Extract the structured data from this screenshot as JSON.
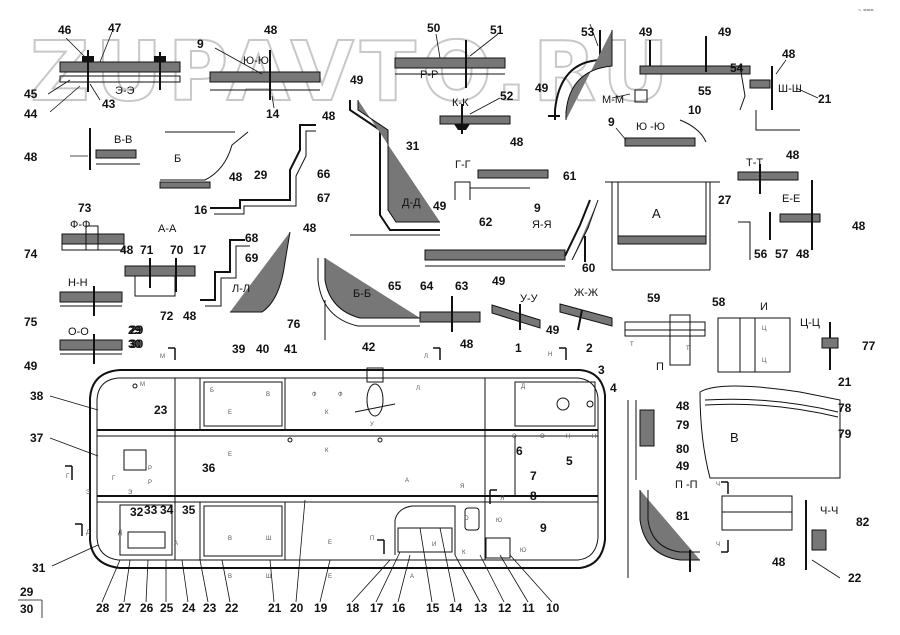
{
  "watermark": "ZUPAVTO.RU",
  "corner_mark": "~ ===",
  "part_numbers": {
    "n1": "1",
    "n2": "2",
    "n3": "3",
    "n4": "4",
    "n5": "5",
    "n6": "6",
    "n7": "7",
    "n8": "8",
    "n9": "9",
    "n10": "10",
    "n11": "11",
    "n12": "12",
    "n13": "13",
    "n14": "14",
    "n15": "15",
    "n16": "16",
    "n17": "17",
    "n18": "18",
    "n19": "19",
    "n20": "20",
    "n21": "21",
    "n22": "22",
    "n23": "23",
    "n24": "24",
    "n25": "25",
    "n26": "26",
    "n27": "27",
    "n28": "28",
    "n29": "29",
    "n30": "30",
    "n31": "31",
    "n32": "32",
    "n33": "33",
    "n34": "34",
    "n35": "35",
    "n36": "36",
    "n37": "37",
    "n38": "38",
    "n39": "39",
    "n40": "40",
    "n41": "41",
    "n42": "42",
    "n43": "43",
    "n44": "44",
    "n45": "45",
    "n46": "46",
    "n47": "47",
    "n48": "48",
    "n49": "49",
    "n50": "50",
    "n51": "51",
    "n52": "52",
    "n53": "53",
    "n54": "54",
    "n55": "55",
    "n56": "56",
    "n57": "57",
    "n58": "58",
    "n59": "59",
    "n60": "60",
    "n61": "61",
    "n62": "62",
    "n63": "63",
    "n64": "64",
    "n65": "65",
    "n66": "66",
    "n67": "67",
    "n68": "68",
    "n69": "69",
    "n70": "70",
    "n71": "71",
    "n72": "72",
    "n73": "73",
    "n74": "74",
    "n75": "75",
    "n76": "76",
    "n77": "77",
    "n78": "78",
    "n79": "79",
    "n80": "80",
    "n81": "81",
    "n82": "82"
  },
  "sections": {
    "ee": "Э-Э",
    "vv": "В-В",
    "yuyu": "Ю-Ю",
    "rr": "Р-Р",
    "kk": "К-К",
    "mm": "М-М",
    "yuyu2": "Ю -Ю",
    "shsh": "Ш-Ш",
    "gg": "Г-Г",
    "dd": "Д-Д",
    "yaya": "Я-Я",
    "tt": "Т-Т",
    "eе2": "Е-Е",
    "ff": "Ф-Ф",
    "aa": "А-А",
    "ll": "Л-Л",
    "nn": "Н-Н",
    "oo": "О-О",
    "bb": "Б-Б",
    "uu": "У-У",
    "zhzh": "Ж-Ж",
    "cc": "Ц-Ц",
    "pp": "П -П",
    "chch": "Ч-Ч"
  },
  "view_letters": {
    "b": "Б",
    "a": "А",
    "i": "И",
    "p": "П",
    "v": "В"
  },
  "cut_marks": {
    "m": "М",
    "l": "Л",
    "n": "Н",
    "d": "Д",
    "b": "Б",
    "v": "В",
    "f": "Ф",
    "k": "К",
    "u": "У",
    "e": "Е",
    "r": "Р",
    "g": "Г",
    "e2": "Э",
    "a": "А",
    "ya": "Я",
    "yu": "Ю",
    "o": "О",
    "sh": "Ш",
    "p": "П",
    "i": "И",
    "t": "Т",
    "ts": "Ц",
    "ch": "Ч"
  }
}
